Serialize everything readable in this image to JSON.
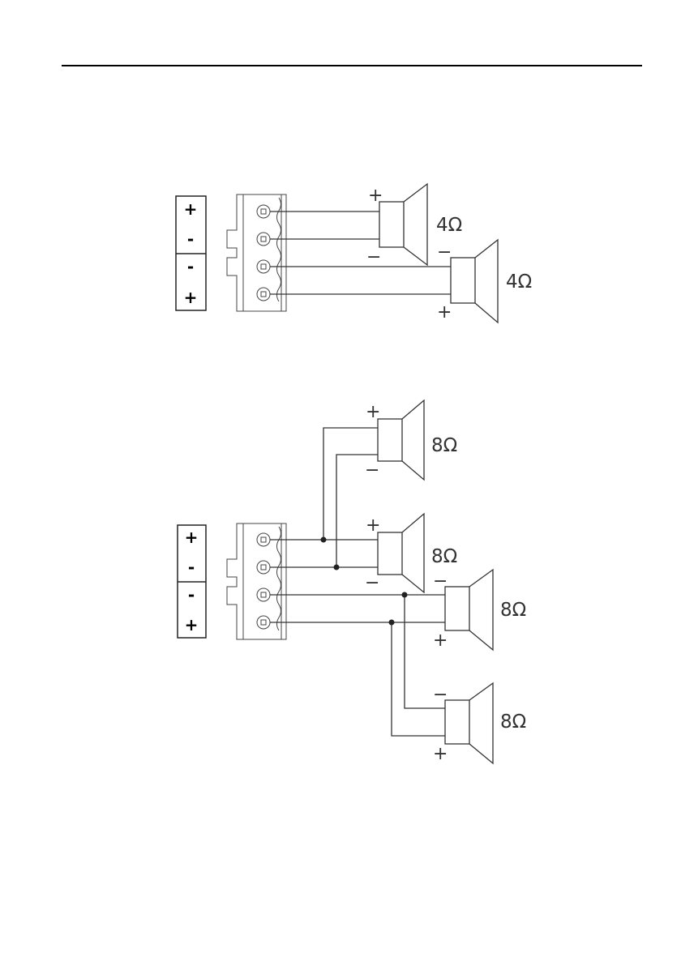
{
  "diagram_1": {
    "terminal_block": {
      "labels": [
        "+",
        "-",
        "-",
        "+"
      ]
    },
    "speakers": [
      {
        "impedance": "4Ω",
        "plus_label": "+",
        "minus_label": "−"
      },
      {
        "impedance": "4Ω",
        "plus_label": "+",
        "minus_label": "−"
      }
    ]
  },
  "diagram_2": {
    "terminal_block": {
      "labels": [
        "+",
        "-",
        "-",
        "+"
      ]
    },
    "speakers": [
      {
        "impedance": "8Ω",
        "plus_label": "+",
        "minus_label": "−"
      },
      {
        "impedance": "8Ω",
        "plus_label": "+",
        "minus_label": "−"
      },
      {
        "impedance": "8Ω",
        "plus_label": "+",
        "minus_label": "−"
      },
      {
        "impedance": "8Ω",
        "plus_label": "+",
        "minus_label": "−"
      }
    ]
  }
}
